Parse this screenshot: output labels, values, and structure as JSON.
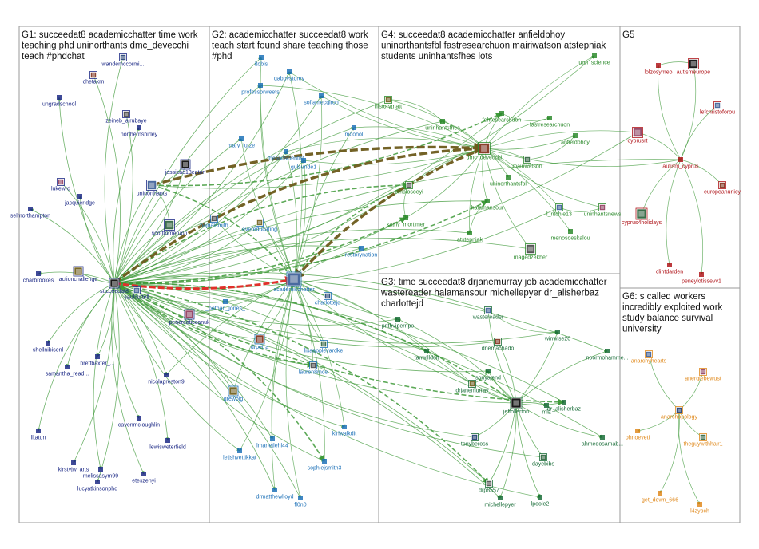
{
  "colors": {
    "g1": "#1d2a86",
    "g2": "#1f72b8",
    "g3": "#1b6e3a",
    "g4": "#2e8b2e",
    "g5": "#b0171c",
    "g6": "#e08a1e",
    "edge_green": "#3f9a3a",
    "edge_thick": "#6b5a1a",
    "edge_red": "#e0302a",
    "border": "#9a9a9a"
  },
  "groups": [
    {
      "id": "G1",
      "title_lines": [
        "G1: succeedat8 academicchatter time work",
        "teaching phd uninorthants dmc_devecchi",
        "teach #phdchat"
      ]
    },
    {
      "id": "G2",
      "title_lines": [
        "G2: academicchatter succeedat8 work",
        "teach start found share teaching those",
        "#phd"
      ]
    },
    {
      "id": "G4",
      "title_lines": [
        "G4: succeedat8 academicchatter anfieldbhoy",
        "uninorthantsfbl fastresearchuon mairiwatson atstepniak",
        "students uninhantsfhes lots"
      ]
    },
    {
      "id": "G5",
      "title_lines": [
        "G5"
      ]
    },
    {
      "id": "G3",
      "title_lines": [
        "G3: time succeedat8 drjanemurray job academicchatter",
        "wastereader halamansour michellepyer dr_alisherbaz",
        "charlottejd"
      ]
    },
    {
      "id": "G6",
      "title_lines": [
        "G6: s called workers",
        "incredibly exploited work",
        "study balance survival",
        "university"
      ]
    }
  ],
  "nodes": [
    {
      "id": "wandemccormi",
      "label": "wandemccormi...",
      "group": "g1"
    },
    {
      "id": "chetakrn",
      "label": "chetakrn",
      "group": "g1"
    },
    {
      "id": "ungradschool",
      "label": "ungradschool",
      "group": "g1"
    },
    {
      "id": "zeineb_alrubaye",
      "label": "zeineb_alrubaye",
      "group": "g1"
    },
    {
      "id": "northernshirley",
      "label": "northernshirley",
      "group": "g1"
    },
    {
      "id": "jessicae13eaton",
      "label": "jessicae13eaton",
      "group": "g1"
    },
    {
      "id": "uninorthants",
      "label": "uninorthants",
      "group": "g1"
    },
    {
      "id": "lukewrd",
      "label": "lukewrd",
      "group": "g1"
    },
    {
      "id": "jacquieridge",
      "label": "jacquieridge",
      "group": "g1"
    },
    {
      "id": "selmorthampton",
      "label": "selmorthampton",
      "group": "g1"
    },
    {
      "id": "scottturneruon",
      "label": "scottturneruon",
      "group": "g1"
    },
    {
      "id": "charbrookes",
      "label": "charbrookes",
      "group": "g1"
    },
    {
      "id": "actionchallenge",
      "label": "actionchallenge",
      "group": "g1"
    },
    {
      "id": "succeedat8",
      "label": "succeedat8",
      "group": "g1"
    },
    {
      "id": "saulcuttell",
      "label": "saulcuttell",
      "group": "g1"
    },
    {
      "id": "pencreaticcanuk",
      "label": "pencreaticcanuk",
      "group": "g1"
    },
    {
      "id": "shellnibisenl",
      "label": "shellnibisenl",
      "group": "g1"
    },
    {
      "id": "brettbaxter",
      "label": "brettbaxter_...",
      "group": "g1"
    },
    {
      "id": "samantha_read",
      "label": "samantha_read...",
      "group": "g1"
    },
    {
      "id": "nicolapreston9",
      "label": "nicolapreston9",
      "group": "g1"
    },
    {
      "id": "cavenmcloughlin",
      "label": "cavenmcloughlin",
      "group": "g1"
    },
    {
      "id": "lewisweterfield",
      "label": "lewisweterfield",
      "group": "g1"
    },
    {
      "id": "lltatun",
      "label": "lltatun",
      "group": "g1"
    },
    {
      "id": "kirstyjw_arts",
      "label": "kirstyjw_arts",
      "group": "g1"
    },
    {
      "id": "melissasym99",
      "label": "melissasym99",
      "group": "g1"
    },
    {
      "id": "lucyatkinsonphd",
      "label": "lucyatkinsonphd",
      "group": "g1"
    },
    {
      "id": "eteszenyi",
      "label": "eteszenyi",
      "group": "g1"
    },
    {
      "id": "itobis",
      "label": "itobis",
      "group": "g2"
    },
    {
      "id": "gabbystorey",
      "label": "gabbystorey",
      "group": "g2"
    },
    {
      "id": "professorweets",
      "label": "professorweets",
      "group": "g2"
    },
    {
      "id": "sofiamecgiron",
      "label": "sofiamecgiron",
      "group": "g2"
    },
    {
      "id": "mary_lutze",
      "label": "mary_lutze",
      "group": "g2"
    },
    {
      "id": "thesocscientist",
      "label": "thesocscientist",
      "group": "g2"
    },
    {
      "id": "moohol",
      "label": "moohol",
      "group": "g2"
    },
    {
      "id": "gulsunde1",
      "label": "gulsunde1",
      "group": "g2"
    },
    {
      "id": "hajnalsmith",
      "label": "hajnalsmith",
      "group": "g2"
    },
    {
      "id": "evereducating",
      "label": "evereducating",
      "group": "g2"
    },
    {
      "id": "restorynation",
      "label": "restorynation",
      "group": "g2"
    },
    {
      "id": "academicchatter",
      "label": "academicchatter",
      "group": "g2"
    },
    {
      "id": "bethan_jones",
      "label": "_bethan_jones_",
      "group": "g2"
    },
    {
      "id": "charlottejd",
      "label": "charlottejd",
      "group": "g2"
    },
    {
      "id": "drpetra",
      "label": "drpetra",
      "group": "g2"
    },
    {
      "id": "lisaappleyardke",
      "label": "lisaappleyardke",
      "group": "g2"
    },
    {
      "id": "lauren8mce",
      "label": "lauren8mce",
      "group": "g2"
    },
    {
      "id": "grewolg",
      "label": "grewolg",
      "group": "g2"
    },
    {
      "id": "kirlwalkdit",
      "label": "kirlwalkdit",
      "group": "g2"
    },
    {
      "id": "lmanetlehl44",
      "label": "lmanetlehl44",
      "group": "g2"
    },
    {
      "id": "leljshvettikkat",
      "label": "leljshvettikkat",
      "group": "g2"
    },
    {
      "id": "drmatthewlloyd",
      "label": "drmatthewlloyd",
      "group": "g2"
    },
    {
      "id": "sophiejsmith3",
      "label": "sophiejsmith3",
      "group": "g2"
    },
    {
      "id": "fl0n0",
      "label": "fl0n0",
      "group": "g2"
    },
    {
      "id": "uon_science",
      "label": "uon_science",
      "group": "g4"
    },
    {
      "id": "historymatt",
      "label": "historymatt",
      "group": "g4"
    },
    {
      "id": "fehresearchuon",
      "label": "fehresearchuon",
      "group": "g4"
    },
    {
      "id": "uninhantsfhes",
      "label": "uninhantsfhes",
      "group": "g4"
    },
    {
      "id": "fastresearchuon",
      "label": "fastresearchuon",
      "group": "g4"
    },
    {
      "id": "anfieldbhoy",
      "label": "anfieldbhoy",
      "group": "g4"
    },
    {
      "id": "dmc_devecchi",
      "label": "dmc_devecchi",
      "group": "g4"
    },
    {
      "id": "mairiwatson",
      "label": "mairiwatson",
      "group": "g4"
    },
    {
      "id": "omolosoeyi",
      "label": "omolosoeyi",
      "group": "g4"
    },
    {
      "id": "uninorthantsfbl",
      "label": "uninorthantsfbl",
      "group": "g4"
    },
    {
      "id": "halamansour",
      "label": "halamansour",
      "group": "g4"
    },
    {
      "id": "l_ritchie13",
      "label": "l_ritchie13",
      "group": "g4"
    },
    {
      "id": "uninhantsnews",
      "label": "uninhantsnews",
      "group": "g4"
    },
    {
      "id": "kathy_mortimer",
      "label": "kathy_mortimer",
      "group": "g4"
    },
    {
      "id": "atstepniak",
      "label": "atstepniak",
      "group": "g4"
    },
    {
      "id": "menosdeskalou",
      "label": "menosdeskalou",
      "group": "g4"
    },
    {
      "id": "magedzekher",
      "label": "magedzekher",
      "group": "g4"
    },
    {
      "id": "lolzosymeo",
      "label": "lolzosymeo",
      "group": "g5"
    },
    {
      "id": "autismeurope",
      "label": "autismeurope",
      "group": "g5"
    },
    {
      "id": "lefchristoforou",
      "label": "lefchristoforou",
      "group": "g5"
    },
    {
      "id": "cyprusrt",
      "label": "cyprusrt",
      "group": "g5"
    },
    {
      "id": "autism_cyprus",
      "label": "autism_cyprus",
      "group": "g5"
    },
    {
      "id": "europeanunicy",
      "label": "europeanunicy",
      "group": "g5"
    },
    {
      "id": "cyprus4holidays",
      "label": "cyprus4holidays",
      "group": "g5"
    },
    {
      "id": "peneylotissevv1",
      "label": "peneylotissevv1",
      "group": "g5"
    },
    {
      "id": "clintdarden",
      "label": "clintdarden",
      "group": "g5"
    },
    {
      "id": "prithvipernpe",
      "label": "prithvipernpe",
      "group": "g3"
    },
    {
      "id": "wastereader",
      "label": "wastereader",
      "group": "g3"
    },
    {
      "id": "winwise20",
      "label": "winwise20",
      "group": "g3"
    },
    {
      "id": "tanwilldoit",
      "label": "tanwilldoit",
      "group": "g3"
    },
    {
      "id": "driemachado",
      "label": "driemachado",
      "group": "g3"
    },
    {
      "id": "noormohammed",
      "label": "noormohamme...",
      "group": "g3"
    },
    {
      "id": "sonyajend",
      "label": "sonyajend",
      "group": "g3"
    },
    {
      "id": "drjanemurray",
      "label": "drjanemurray",
      "group": "g3"
    },
    {
      "id": "jeffollerton",
      "label": "jeffollerton",
      "group": "g3"
    },
    {
      "id": "mla",
      "label": "mla",
      "group": "g3"
    },
    {
      "id": "dr_alisherbaz",
      "label": "dr_alisherbaz",
      "group": "g3"
    },
    {
      "id": "tonybeross",
      "label": "tonybeross",
      "group": "g3"
    },
    {
      "id": "ahmedosamab",
      "label": "ahmedosamab...",
      "group": "g3"
    },
    {
      "id": "dayebibs",
      "label": "dayebibs",
      "group": "g3"
    },
    {
      "id": "drp8557",
      "label": "drp8557",
      "group": "g3"
    },
    {
      "id": "lpoole2",
      "label": "lpoole2",
      "group": "g3"
    },
    {
      "id": "michellepyer",
      "label": "michellepyer",
      "group": "g3"
    },
    {
      "id": "anarchyhearts",
      "label": "anarchyhearts",
      "group": "g6"
    },
    {
      "id": "anergiebewust",
      "label": "anergiebewust",
      "group": "g6"
    },
    {
      "id": "anarchopology",
      "label": "anarchopology",
      "group": "g6"
    },
    {
      "id": "ohnoeyeti",
      "label": "ohnoeyeti",
      "group": "g6"
    },
    {
      "id": "theguywithhair1",
      "label": "theguywithhair1",
      "group": "g6"
    },
    {
      "id": "get_down_666",
      "label": "get_down_666",
      "group": "g6"
    },
    {
      "id": "l4zybch",
      "label": "l4zybch",
      "group": "g6"
    }
  ]
}
